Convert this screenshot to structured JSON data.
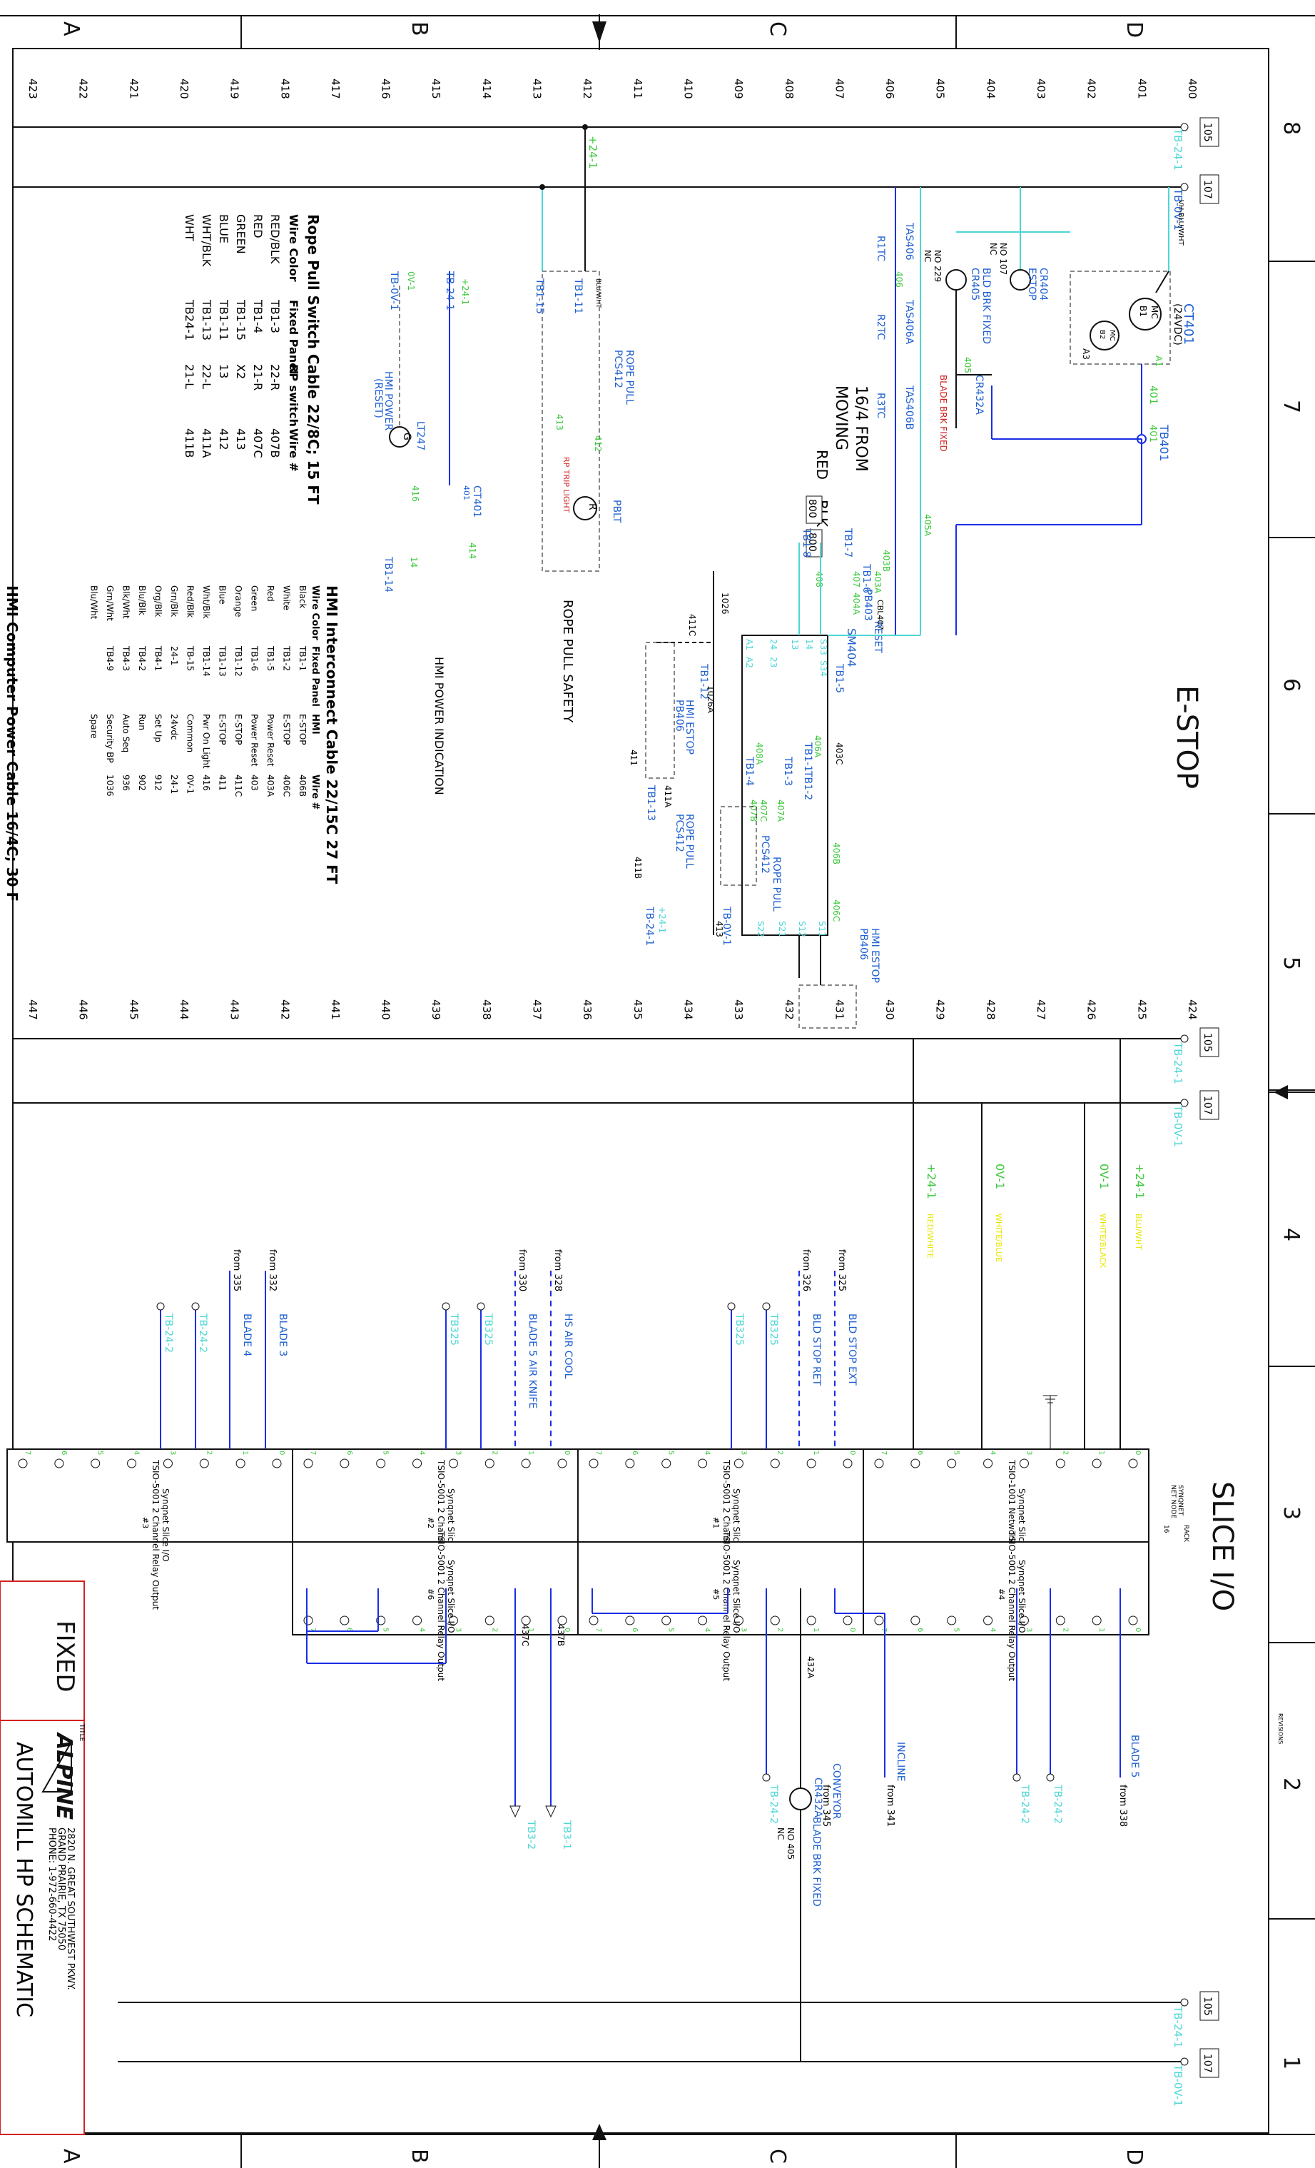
{
  "page": {
    "title_block": {
      "drawing_name": "AUTOMILL HP SCHEMATIC",
      "variant": "FIXED",
      "company_logo": "ALPINE",
      "address_lines": [
        "2820 N. GREAT SOUTHWEST PKWY.",
        "GRAND PRAIRIE, TX 75050",
        "PHONE: 1-972-660-4422"
      ],
      "title_label": "TITLE",
      "revisions_label": "REVISIONS"
    }
  },
  "grid": {
    "top_markers": [
      "8",
      "7",
      "6",
      "5",
      "4",
      "3",
      "2",
      "1"
    ],
    "side_markers": [
      "D",
      "C",
      "B",
      "A"
    ]
  },
  "sections": {
    "estop": "E-STOP",
    "slice_io": "SLICE I/O"
  },
  "line_numbers_top": [
    "400",
    "401",
    "402",
    "403",
    "404",
    "405",
    "406",
    "407",
    "408",
    "409",
    "410",
    "411",
    "412",
    "413",
    "414",
    "415",
    "416",
    "417",
    "418",
    "419",
    "420",
    "421",
    "422",
    "423"
  ],
  "line_numbers_bottom": [
    "424",
    "425",
    "426",
    "427",
    "428",
    "429",
    "430",
    "431",
    "432",
    "433",
    "434",
    "435",
    "436",
    "437",
    "438",
    "439",
    "440",
    "441",
    "442",
    "443",
    "444",
    "445",
    "446",
    "447"
  ],
  "estop": {
    "wires": {
      "w105": "105",
      "w107": "107",
      "tb24": "TB-24-1",
      "tb0v": "TB-0V-1",
      "w24": "+24-1",
      "vhblu": "VH-BLU/WHT"
    },
    "ct401": {
      "name": "CT401",
      "volt": "(24VDC)",
      "mc": "MC",
      "b1": "B1",
      "mc2": "MC",
      "b2": "B2",
      "a3": "A3",
      "a1": "A1",
      "w401": "401",
      "tb401": "TB401",
      "tb401w": "401"
    },
    "cr404": {
      "name": "CR404",
      "sub": "ESTOP",
      "cr405": "CR405",
      "cr405s": "BLD BRK FIXED",
      "no229": "NO 229",
      "no107": "NO 107",
      "nc": "NC"
    },
    "cr432a": {
      "name": "CR432A",
      "sub": "BLADE BRK FIXED",
      "w405": "405"
    },
    "tas": {
      "t1": "TAS406",
      "t1b": "R1TC",
      "t2": "TAS406A",
      "t2b": "R2TC",
      "t3": "TAS406B",
      "t3b": "R3TC",
      "w406": "406"
    },
    "moving": {
      "l1": "16/4 FROM",
      "l2": "MOVING",
      "red": "RED",
      "blk": "BLK",
      "r800": "800",
      "b800": "800"
    },
    "sm404": {
      "name": "SM404",
      "reset": "RESET",
      "pb403": "PB403",
      "w403b": "403B",
      "w403a": "403A",
      "w404a": "404A",
      "tb16": "TB1-6",
      "tb15": "TB1-5",
      "s33": "S33",
      "s34": "S34",
      "a1": "A1",
      "a2": "A2",
      "t24": "24",
      "t23": "23",
      "t14": "14",
      "t13": "13",
      "s11": "S11",
      "s12": "S12",
      "s21": "S21",
      "s22": "S22",
      "w405a": "405A",
      "w407": "407",
      "w408": "408",
      "cbl": "CBL407",
      "tb18": "TB1-8",
      "tb17": "TB1-7"
    },
    "hmi_estop": {
      "label": "HMI ESTOP",
      "pb": "PB406",
      "tb12": "TB1-2",
      "tb11": "TB1-1",
      "w406b": "406B",
      "w406c": "406C",
      "w406a": "406A",
      "w403c": "403C"
    },
    "rope_pull2": {
      "label": "ROPE PULL",
      "pcs": "PCS412",
      "w407a": "407A",
      "w407b": "407B",
      "w407c": "407C",
      "w408a": "408A",
      "tb13": "TB1-3",
      "tb14": "TB1-4",
      "to413": "413"
    },
    "hmi_estop2": {
      "label": "HMI ESTOP",
      "pb": "PB406",
      "tb112": "TB1-12",
      "w1026": "1026",
      "w1026a": "1026A",
      "w411c": "411C",
      "w411": "411",
      "w411a": "411A",
      "tb113": "TB1-13",
      "w411b": "411B",
      "rope": "ROPE PULL",
      "pcs": "PCS412"
    },
    "rope_safety": {
      "title": "ROPE PULL SAFETY",
      "blu": "BLU/WHT",
      "rope": "ROPE PULL",
      "pcs": "PCS412",
      "w412": "412",
      "w413": "413",
      "tb111": "TB1-11",
      "tb115": "TB1-15",
      "pblt": "PBLT",
      "r": "R",
      "rp_trip": "RP TRIP LIGHT"
    },
    "hmi_power": {
      "title": "HMI POWER INDICATION",
      "l1": "HMI POWER",
      "l2": "(RESET)",
      "lt": "LT247",
      "g": "G",
      "w416": "416",
      "w414": "414",
      "ct401": "CT401",
      "ct401b": "401",
      "tb114": "TB1-14",
      "w14": "14",
      "ov": "0V-1",
      "tbov": "TB-0V-1",
      "w24": "+24-1",
      "tb24": "TB-24-1"
    },
    "rope_cable": {
      "title": "Rope Pull Switch Cable 22/8C; 15 FT",
      "headers": [
        "Wire Color",
        "Fixed Panel",
        "RP switch",
        "Wire #"
      ],
      "rows": [
        [
          "RED/BLK",
          "TB1-3",
          "22-R",
          "407B"
        ],
        [
          "RED",
          "TB1-4",
          "21-R",
          "407C"
        ],
        [
          "GREEN",
          "TB1-15",
          "X2",
          "413"
        ],
        [
          "BLUE",
          "TB1-11",
          "13",
          "412"
        ],
        [
          "WHT/BLK",
          "TB1-13",
          "22-L",
          "411A"
        ],
        [
          "WHT",
          "TB24-1",
          "21-L",
          "411B"
        ]
      ]
    },
    "hmi_cable": {
      "title": "HMI Interconnect Cable 22/15C 27 FT",
      "headers": [
        "Wire Color",
        "Fixed Panel",
        "HMI",
        "Wire #"
      ],
      "rows": [
        [
          "Black",
          "TB1-1",
          "E-STOP",
          "406B"
        ],
        [
          "White",
          "TB1-2",
          "E-STOP",
          "406C"
        ],
        [
          "Red",
          "TB1-5",
          "Power Reset",
          "403A"
        ],
        [
          "Green",
          "TB1-6",
          "Power Reset",
          "403"
        ],
        [
          "Orange",
          "TB1-12",
          "E-STOP",
          "411C"
        ],
        [
          "Blue",
          "TB1-13",
          "E-STOP",
          "411"
        ],
        [
          "Wht/Blk",
          "TB1-14",
          "Pwr On Light",
          "416"
        ],
        [
          "Red/Blk",
          "TB-15",
          "Common",
          "0V-1"
        ],
        [
          "Grn/Blk",
          "24-1",
          "24vdc",
          "24-1"
        ],
        [
          "Org/Blk",
          "TB4-1",
          "Set Up",
          "912"
        ],
        [
          "Blu/Blk",
          "TB4-2",
          "Run",
          "902"
        ],
        [
          "Blk/Wht",
          "TB4-3",
          "Auto Seq",
          "936"
        ],
        [
          "Grn/Wht",
          "TB4-9",
          "Security BP",
          "1036"
        ],
        [
          "Blu/Wht",
          "",
          "Spare",
          ""
        ]
      ]
    },
    "power_cable": "HMI Computer Power Cable 16/4C; 30 F"
  },
  "slice": {
    "adapter_id": {
      "l1": "SYNQNET",
      "l2": "NET NODE",
      "l3": "16",
      "l4": "RACK"
    },
    "modules_top": [
      {
        "line1": "Synqnet Slice I/O",
        "line2": "TSIO-1001 Network Adapter",
        "line3": ""
      },
      {
        "line1": "Synqnet Slice I/O",
        "line2": "TSIO-5001 2 Channel Relay Output",
        "line3": "#1"
      },
      {
        "line1": "Synqnet Slice I/O",
        "line2": "TSIO-5001 2 Channel Relay Output",
        "line3": "#2"
      },
      {
        "line1": "Synqnet Slice I/O",
        "line2": "TSIO-5001 2 Channel Relay Output",
        "line3": "#3"
      }
    ],
    "modules_bottom": [
      {
        "line1": "Synqnet Slice I/O",
        "line2": "TSIO-5001 2 Channel Relay Output",
        "line3": "#4"
      },
      {
        "line1": "Synqnet Slice I/O",
        "line2": "TSIO-5001 2 Channel Relay Output",
        "line3": "#5"
      },
      {
        "line1": "Synqnet Slice I/O",
        "line2": "TSIO-5001 2 Channel Relay Output",
        "line3": "#6"
      }
    ],
    "terminal_nums": [
      "0",
      "1",
      "2",
      "3",
      "4",
      "5",
      "6",
      "7"
    ],
    "adapter_wires": {
      "w24": "+24-1",
      "w0v": "0V-1",
      "w0v2": "0V-1",
      "w242": "+24-1",
      "c1": "RED/WHITE",
      "c2": "WHITE/BLUE",
      "c3": "WHITE/BLACK",
      "c4": "BLU/WHT"
    },
    "m1": {
      "from325": "from 325",
      "from326": "from 326",
      "ext": "BLD STOP EXT",
      "ret": "BLD STOP RET",
      "tb325": "TB325",
      "tb325b": "TB325"
    },
    "m2": {
      "from328": "from 328",
      "from330": "from 330",
      "cool": "HS AIR COOL",
      "knife": "BLADE 5 AIR KNIFE",
      "tb325": "TB325",
      "tb325b": "TB325"
    },
    "m3": {
      "from332": "from 332",
      "from335": "from 335",
      "b3": "BLADE 3",
      "b4": "BLADE 4",
      "tb242": "TB-24-2",
      "tb242b": "TB-24-2"
    },
    "m4": {
      "b5": "BLADE 5",
      "from338": "from 338",
      "tb242": "TB-24-2",
      "tb242b": "TB-24-2"
    },
    "m5": {
      "incline": "INCLINE",
      "from341": "from 341",
      "conveyor": "CONVEYOR",
      "from345": "from 345",
      "w432a": "432A",
      "cr": "CR432A",
      "cr_label": "BLADE BRK FIXED",
      "no405": "NO 405",
      "nc": "NC",
      "tb242": "TB-24-2"
    },
    "m6": {
      "w437b": "437B",
      "w437c": "437C",
      "tb31": "TB3-1",
      "tb32": "TB3-2"
    }
  },
  "colors": {
    "blue": "#1a2ee6",
    "cyan": "#4dd6d6",
    "green": "#3cc83c",
    "yellow": "#e6e600",
    "red": "#d42020",
    "wire_blue": "#2a3fd8",
    "text_blue": "#1e5fd0",
    "black": "#111111"
  }
}
